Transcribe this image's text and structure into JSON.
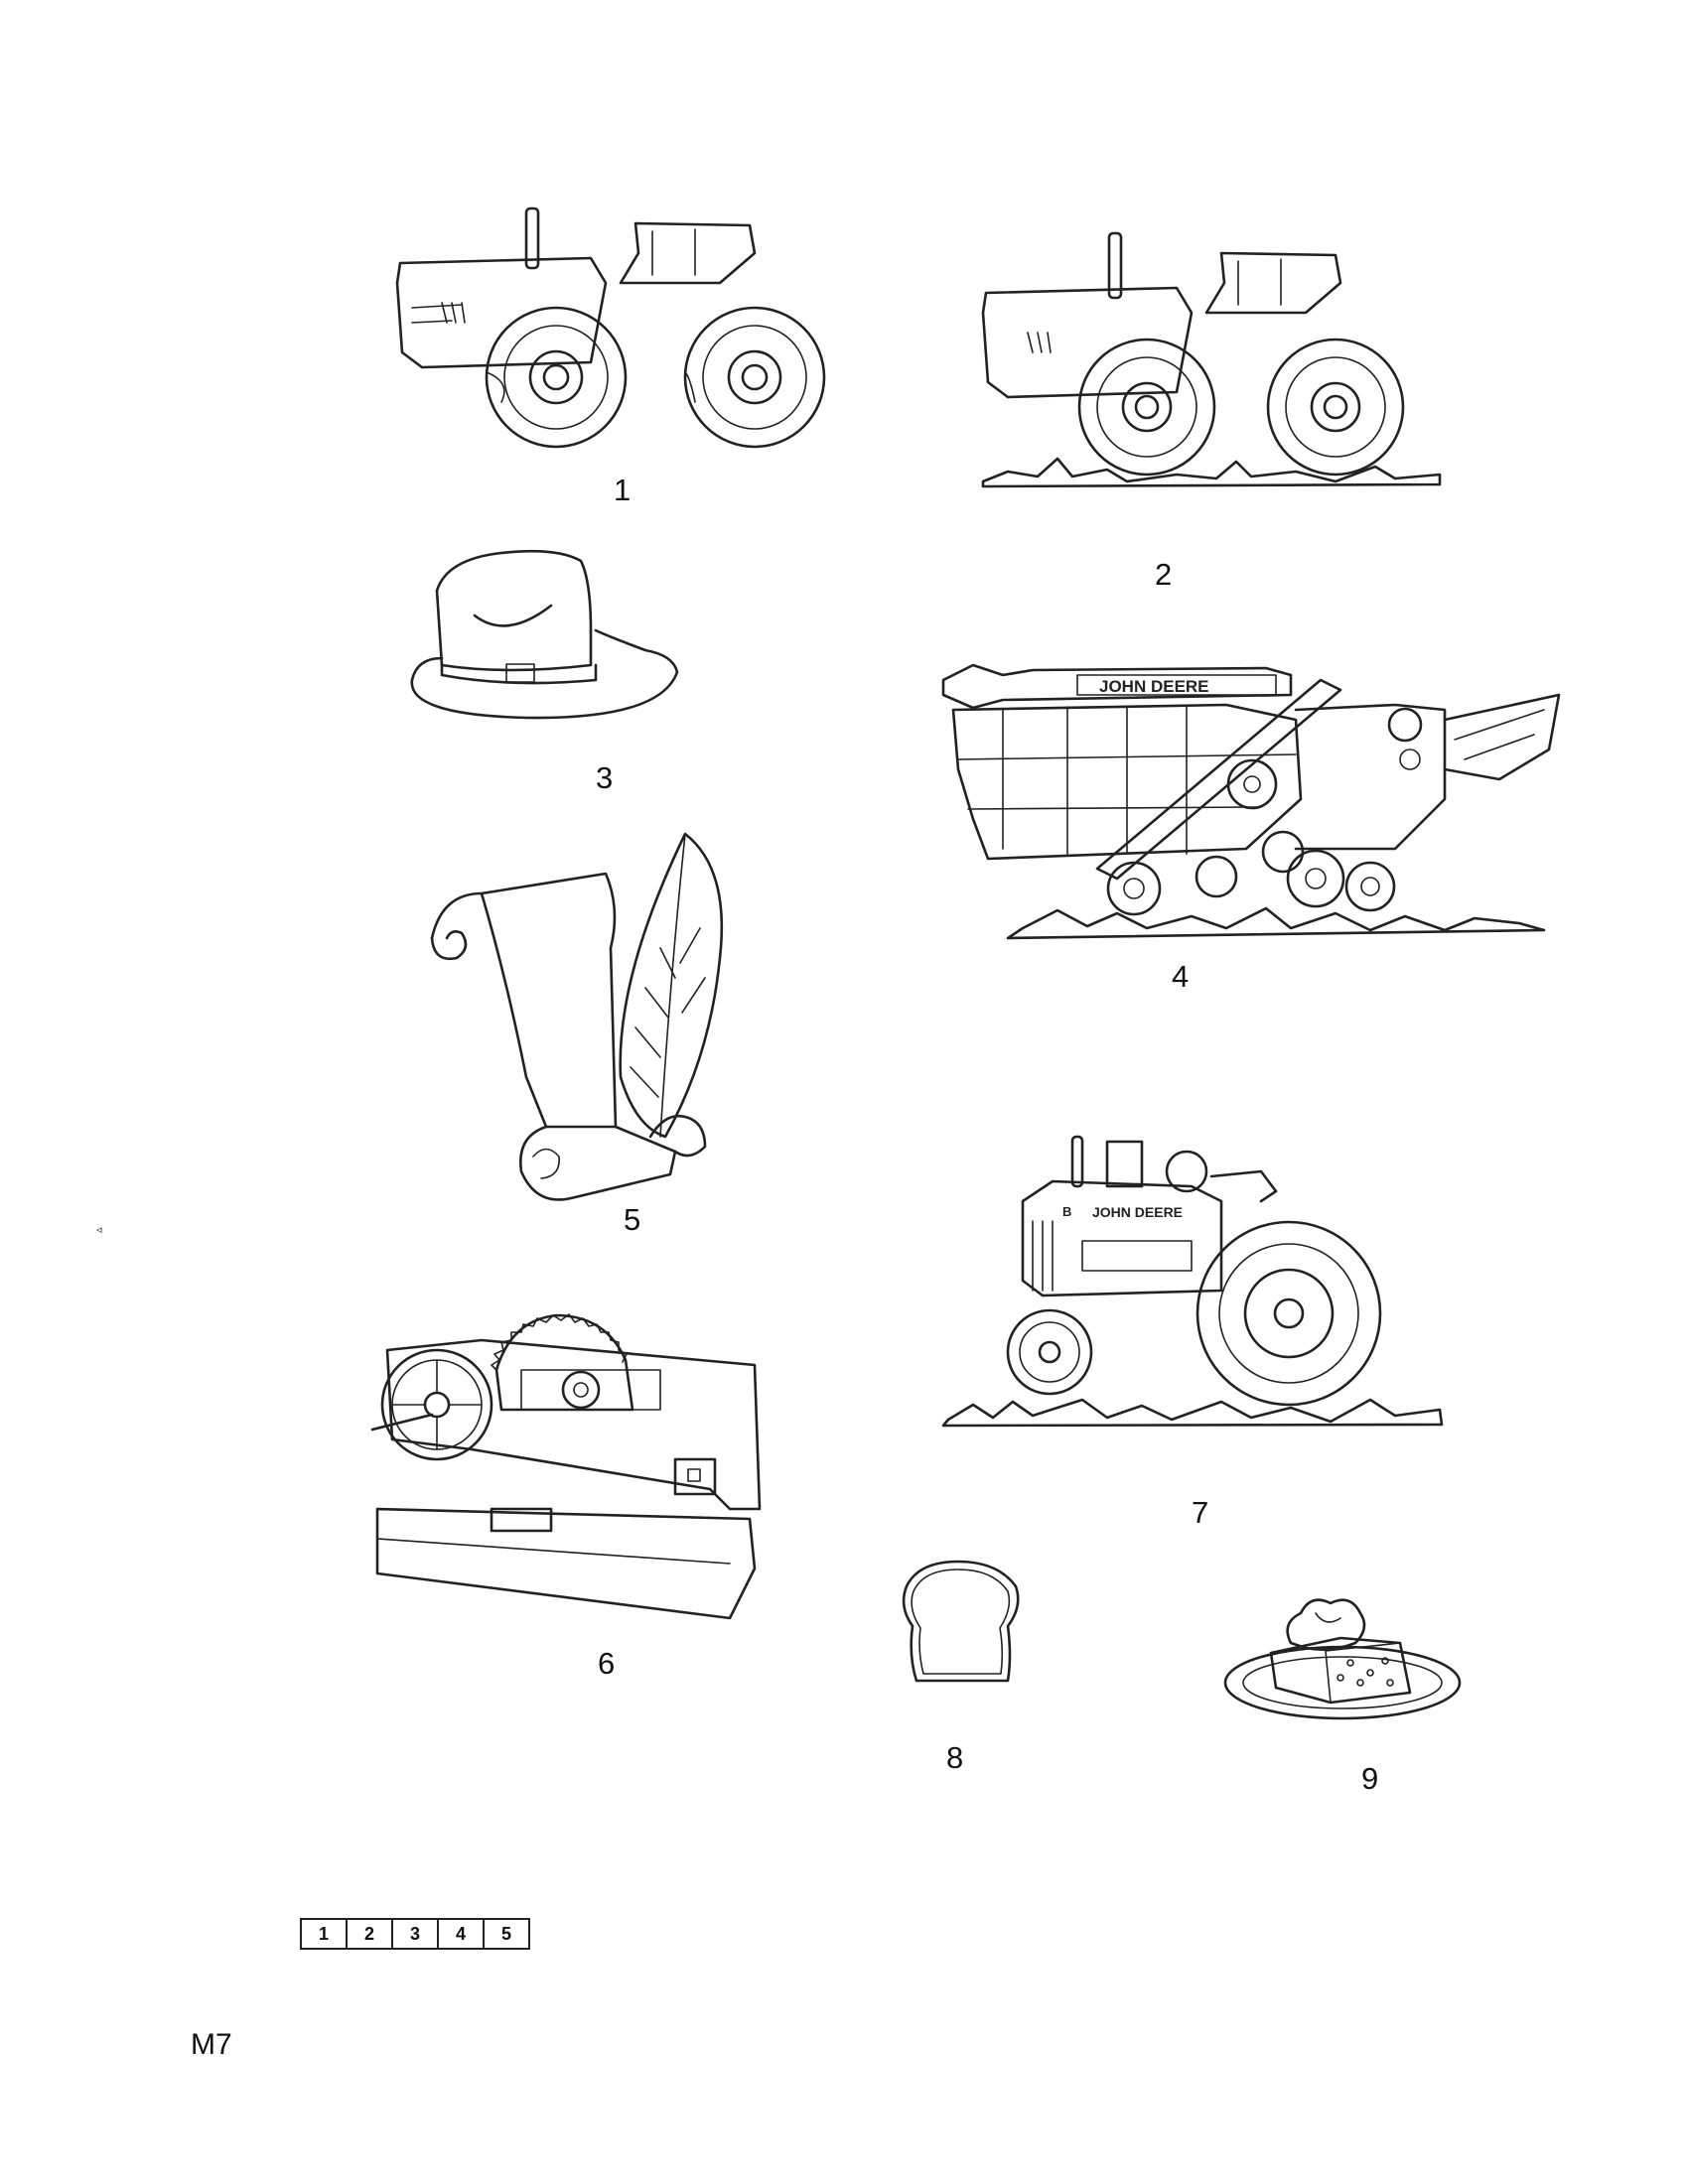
{
  "figures": [
    {
      "number": "1",
      "subject": "tractor"
    },
    {
      "number": "2",
      "subject": "tractor-on-grass"
    },
    {
      "number": "3",
      "subject": "hat"
    },
    {
      "number": "4",
      "subject": "combine-harvester",
      "inscription": "JOHN DEERE"
    },
    {
      "number": "5",
      "subject": "scroll-and-quill"
    },
    {
      "number": "6",
      "subject": "sawmill"
    },
    {
      "number": "7",
      "subject": "vintage-tractor",
      "inscription": "JOHN DEERE",
      "letter": "B"
    },
    {
      "number": "8",
      "subject": "bread-slice"
    },
    {
      "number": "9",
      "subject": "cake-on-plate"
    }
  ],
  "scale_strip": [
    "1",
    "2",
    "3",
    "4",
    "5"
  ],
  "document_code": "M7",
  "marker_glyph": "◃"
}
